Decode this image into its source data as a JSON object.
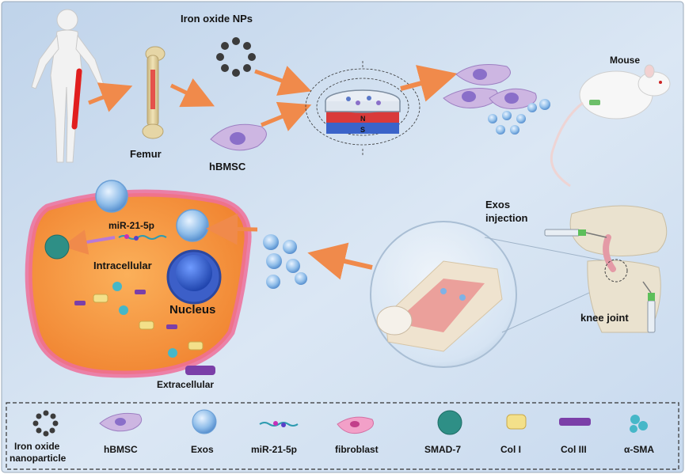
{
  "labels": {
    "iron_oxide_nps": "Iron oxide NPs",
    "femur": "Femur",
    "hbmsc": "hBMSC",
    "mouse": "Mouse",
    "magnet_n": "N",
    "magnet_s": "S",
    "exos_injection_line1": "Exos",
    "exos_injection_line2": "injection",
    "knee_joint": "knee joint",
    "mirna": "miR-21-5p",
    "intracellular": "Intracellular",
    "nucleus": "Nucleus",
    "extracellular": "Extracellular"
  },
  "legend": {
    "iron_oxide_line1": "Iron oxide",
    "iron_oxide_line2": "nanoparticle",
    "hbmsc": "hBMSC",
    "exos": "Exos",
    "mirna": "miR-21-5p",
    "fibroblast": "fibroblast",
    "smad7": "SMAD-7",
    "col1": "Col I",
    "col3": "Col III",
    "asma": "α-SMA"
  },
  "colors": {
    "arrow": "#f08a4b",
    "cell_body": "#f7923a",
    "cell_membrane": "#ef6f9a",
    "nucleus": "#2f5fd6",
    "exosome": "#7fb2e6",
    "smad7": "#2e8f86",
    "col1": "#f3e08a",
    "col3": "#7b3fa8",
    "asma": "#46b7c8",
    "magnet_n": "#d93a3a",
    "magnet_s": "#3a63c9"
  }
}
